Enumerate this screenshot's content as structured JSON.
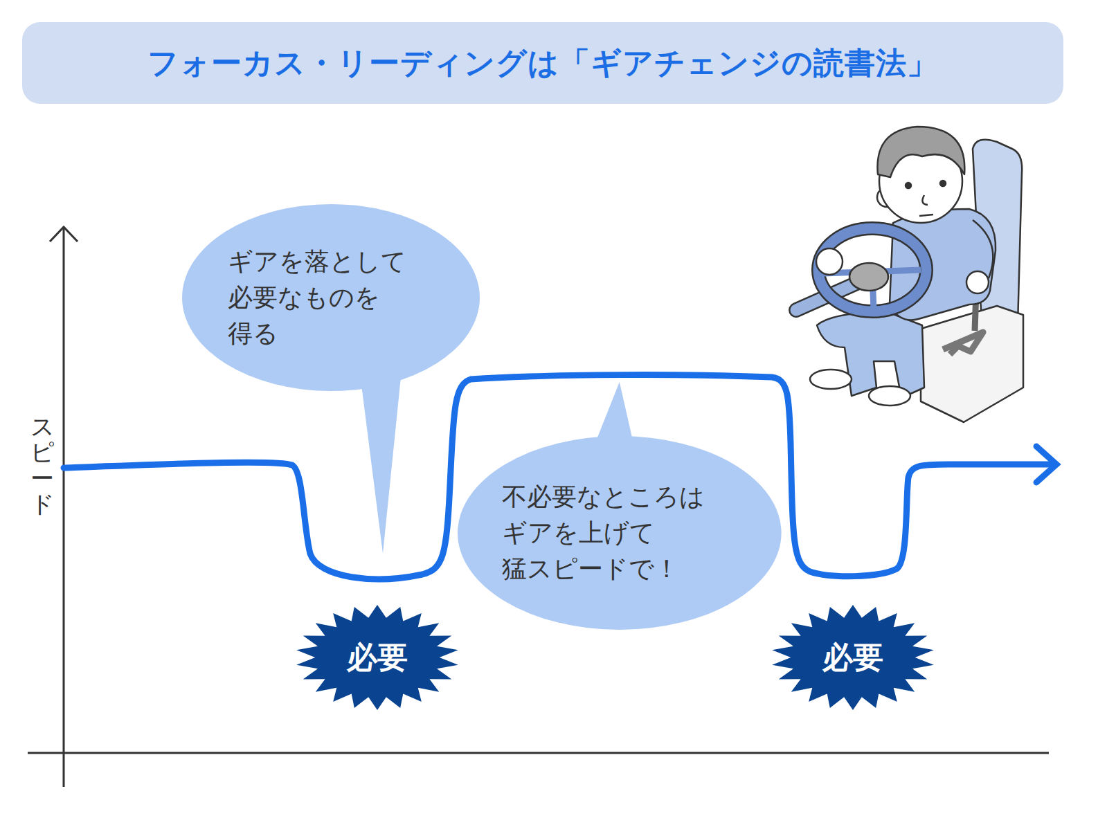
{
  "diagram": {
    "title": "フォーカス・リーディングは「ギアチェンジの読書法」",
    "nodes": [
      {
        "text": [
          "ギアを落として 必要なものを 得る"
        ]
      },
      {
        "text": [
          "不必要なところは ギアを上げて 猛スピードで！"
        ]
      },
      {
        "text": [
          "必要"
        ]
      },
      {
        "text": [
          "必要"
        ]
      }
    ],
    "labels": [
      "スピード"
    ]
  }
}
